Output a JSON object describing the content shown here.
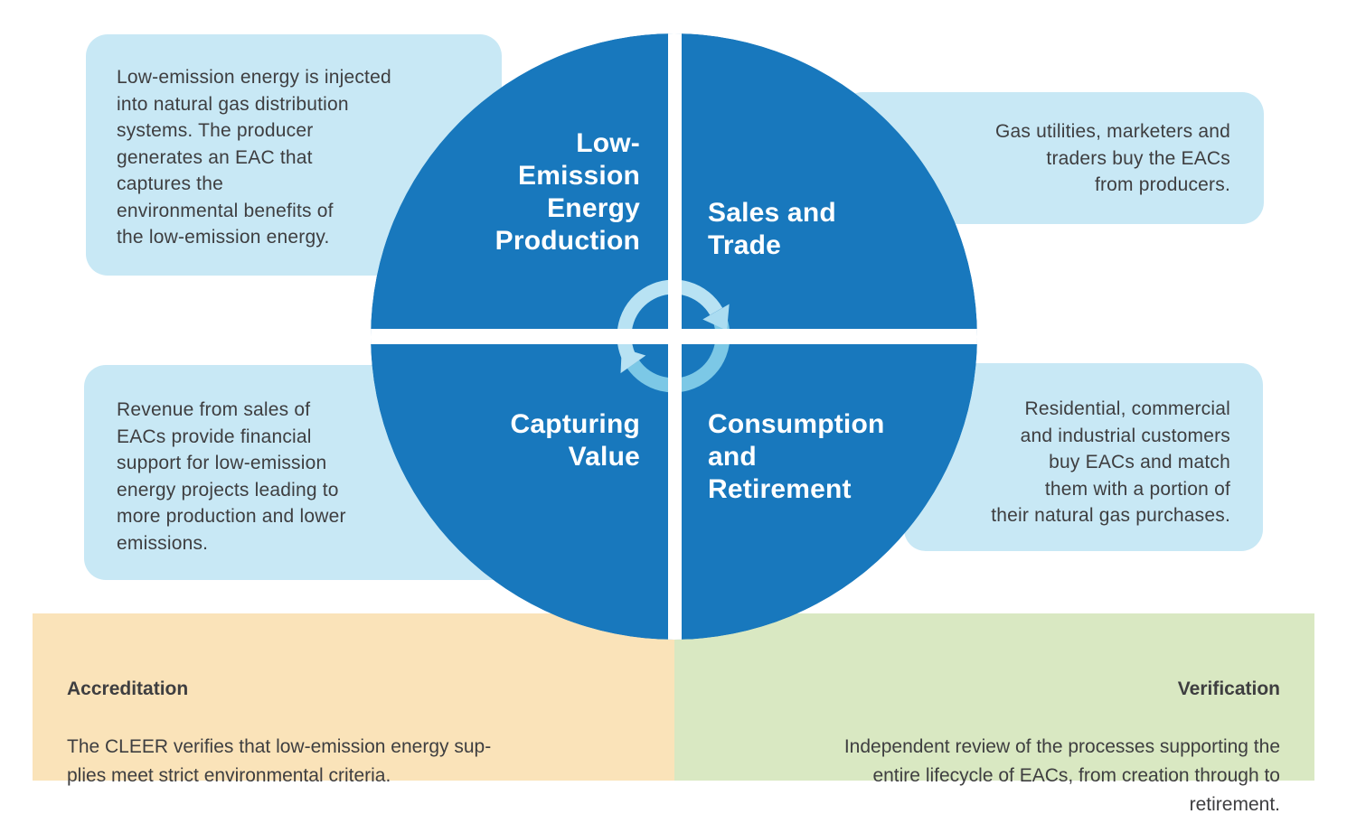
{
  "colors": {
    "circle_blue": "#1878bd",
    "callout_light_blue": "#c8e8f5",
    "accreditation_orange": "#fae3b9",
    "verification_green": "#d9e8c2",
    "body_text": "#3e3e40",
    "quadrant_text": "#ffffff",
    "cycle_arc_light": "#b8e2f3",
    "cycle_arc_medium": "#7cc8e6"
  },
  "circle": {
    "icon": "cycle-arrows-icon",
    "quadrants": [
      {
        "id": "production",
        "label": "Low-\nEmission\nEnergy\nProduction"
      },
      {
        "id": "sales",
        "label": "Sales and\nTrade"
      },
      {
        "id": "capturing",
        "label": "Capturing\nValue"
      },
      {
        "id": "consumption",
        "label": "Consumption\nand\nRetirement"
      }
    ]
  },
  "callouts": {
    "production": "Low-emission energy is injected\ninto natural gas distribution\nsystems. The producer\ngenerates an EAC that\ncaptures the\nenvironmental benefits of\nthe low-emission energy.",
    "sales": "Gas utilities, marketers and\ntraders buy the EACs\nfrom producers.",
    "capturing": "Revenue from sales of\nEACs provide financial\nsupport for low-emission\nenergy projects leading to\nmore production and lower\nemissions.",
    "consumption": "Residential, commercial\nand industrial customers\nbuy EACs and match\nthem with a portion of\ntheir natural gas purchases."
  },
  "footers": {
    "accreditation": {
      "title": "Accreditation",
      "body": "The CLEER verifies that low-emission energy sup-\nplies meet strict environmental criteria."
    },
    "verification": {
      "title": "Verification",
      "body": "Independent review of the processes supporting the\nentire lifecycle of EACs, from creation through to\nretirement."
    }
  }
}
